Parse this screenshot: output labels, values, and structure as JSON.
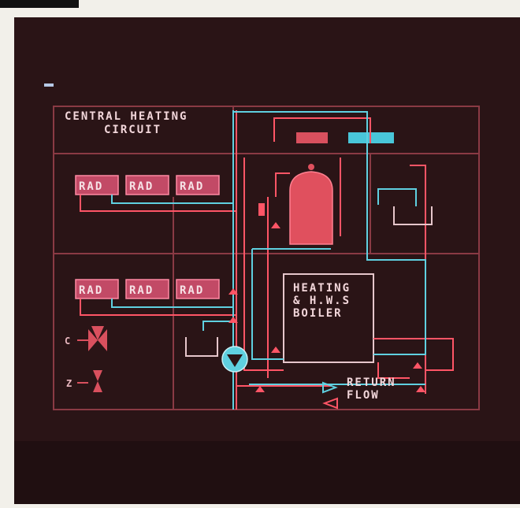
{
  "diagram": {
    "title_line1": "CENTRAL HEATING",
    "title_line2": "CIRCUIT",
    "radiators_upper": [
      "RAD",
      "RAD",
      "RAD"
    ],
    "radiators_lower": [
      "RAD",
      "RAD",
      "RAD"
    ],
    "boiler_line1": "HEATING",
    "boiler_line2": "& H.W.S",
    "boiler_line3": "BOILER",
    "legend_return": "RETURN",
    "legend_flow": "FLOW",
    "valve_label_1": "C",
    "valve_label_2": "Z"
  },
  "colors": {
    "screen_bg": "#2a1416",
    "grid_line": "#8a3a44",
    "flow_pipe": "#ff5566",
    "return_pipe": "#5fd0e0",
    "radiator_fill": "#c24a66",
    "cylinder_fill": "#e0505e",
    "tank_red": "#d9505e",
    "tank_cyan": "#49c6d9"
  }
}
